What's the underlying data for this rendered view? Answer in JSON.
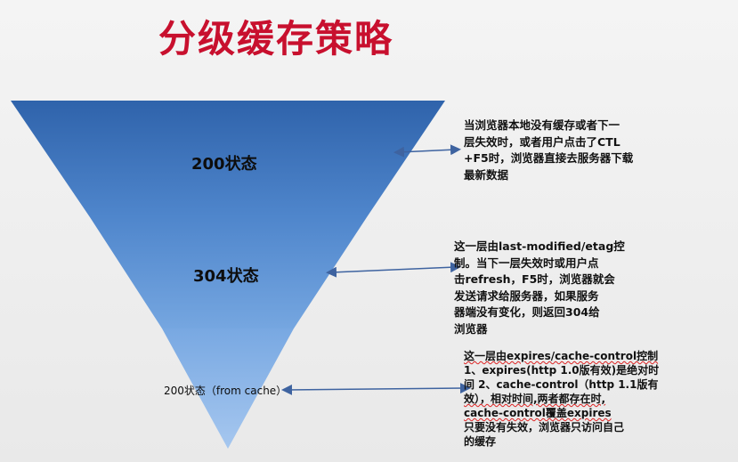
{
  "title": "分级缓存策略",
  "layers": [
    {
      "label": "200状态",
      "description": [
        "当浏览器本地没有缓存或者下一",
        "层失效时，或者用户点击了CTL",
        "+F5时，浏览器直接去服务器下载",
        "最新数据"
      ]
    },
    {
      "label": "304状态",
      "description": [
        "这一层由last-modified/etag控",
        "制。当下一层失效时或用户点",
        "击refresh，F5时，浏览器就会",
        "发送请求给服务器，如果服务",
        "器端没有变化，则返回304给",
        "浏览器"
      ]
    },
    {
      "label": "200状态（from cache）",
      "description": [
        "这一层由expires/cache-control控制",
        "1、expires(http 1.0版有效)是绝对时",
        "间 2、cache-control（http 1.1版有",
        "效），相对时间,两者都存在时,",
        "cache-control覆盖expires",
        "只要没有失效，浏览器只访问自己",
        "的缓存"
      ]
    }
  ],
  "colors": {
    "title": "#c8102e",
    "layer_top": "#3a6fb5",
    "layer_mid": "#5e93d4",
    "layer_bottom": "#8ab6ea",
    "arrow": "#3e63a0"
  }
}
